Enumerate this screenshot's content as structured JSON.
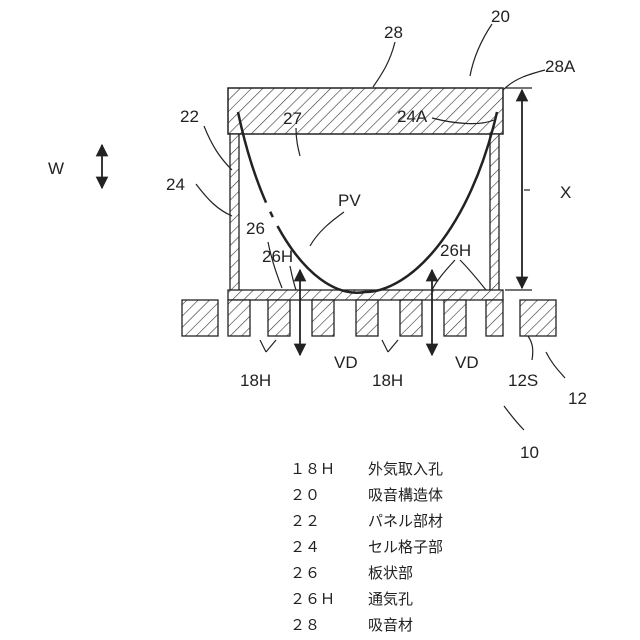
{
  "labels": {
    "l28": "28",
    "l20": "20",
    "l28A": "28A",
    "l22": "22",
    "l27": "27",
    "l24A": "24A",
    "lW": "W",
    "l24": "24",
    "lX": "X",
    "lPV": "PV",
    "l26": "26",
    "l26H_left": "26H",
    "l26H_right": "26H",
    "lVD_left": "VD",
    "lVD_right": "VD",
    "l18H_left": "18H",
    "l18H_right": "18H",
    "l12S": "12S",
    "l12": "12",
    "l10": "10"
  },
  "legend": [
    {
      "code": "１８Ｈ",
      "name": "外気取入孔"
    },
    {
      "code": "２０",
      "name": "吸音構造体"
    },
    {
      "code": "２２",
      "name": "パネル部材"
    },
    {
      "code": "２４",
      "name": "セル格子部"
    },
    {
      "code": "２６",
      "name": "板状部"
    },
    {
      "code": "２６Ｈ",
      "name": "通気孔"
    },
    {
      "code": "２８",
      "name": "吸音材"
    }
  ]
}
